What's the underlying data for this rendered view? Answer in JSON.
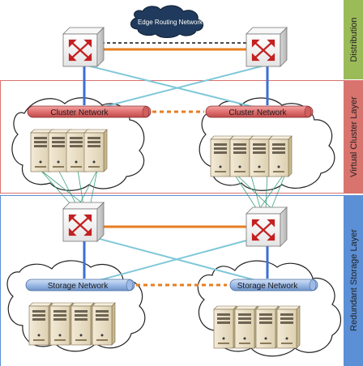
{
  "layers": {
    "distribution": {
      "label": "Distribution",
      "color": "#9bbb59"
    },
    "cluster": {
      "label": "Virtual Cluster Layer",
      "color": "#d9736e"
    },
    "storage": {
      "label": "Redundant Storage Layer",
      "color": "#5b8fd6"
    }
  },
  "edge_network": {
    "label": "Edge Routing Network"
  },
  "cluster_networks": [
    {
      "label": "Cluster Network"
    },
    {
      "label": "Cluster Network"
    }
  ],
  "storage_networks": [
    {
      "label": "Storage Network"
    },
    {
      "label": "Storage Network"
    }
  ],
  "colors": {
    "orange_link": "#e67e22",
    "cyan_link": "#7fc8d8",
    "blue_link": "#3b6fd4",
    "green_link": "#3aa07a",
    "cluster_bus": "#e07070",
    "storage_bus": "#8fb0e0"
  },
  "icons": {
    "switch": "network-switch-icon",
    "server": "server-tower-icon",
    "cloud": "cloud-icon"
  }
}
